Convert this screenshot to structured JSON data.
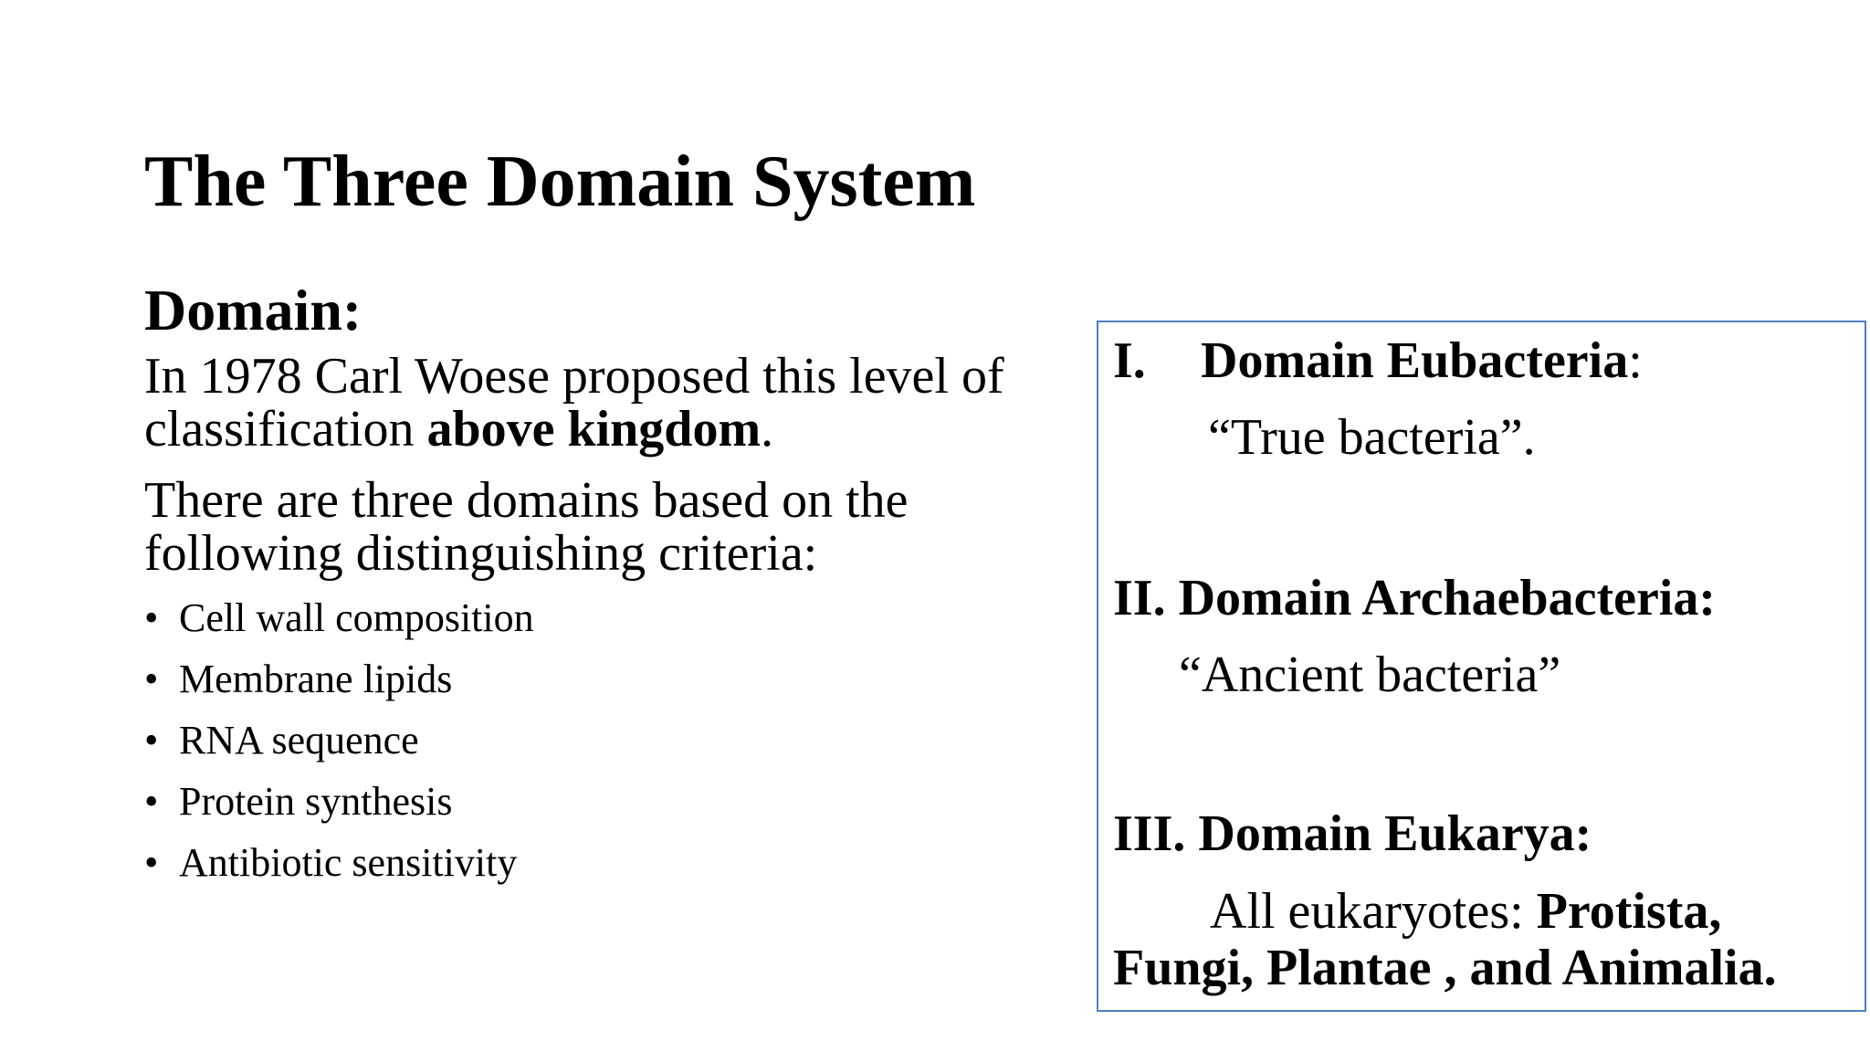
{
  "slide": {
    "title": "The Three Domain System"
  },
  "left": {
    "heading": "Domain:",
    "para1_text": " In 1978 Carl Woese proposed this level of classification ",
    "para1_bold": "above kingdom",
    "para1_end": ".",
    "para2": "There are three domains based on the following distinguishing criteria:",
    "bullet_char": "•",
    "bullets": [
      "Cell wall composition",
      "Membrane lipids",
      "RNA sequence",
      "Protein synthesis",
      "Antibiotic sensitivity"
    ]
  },
  "right": {
    "domains": [
      {
        "numeral": "I.",
        "name": "Domain Eubacteria",
        "suffix": ":",
        "description": "“True bacteria”."
      },
      {
        "numeral": "II.",
        "name": "Domain Archaebacteria:",
        "description": "“Ancient bacteria”"
      },
      {
        "numeral": "III.",
        "name": "Domain Eukarya:",
        "description_prefix": "All eukaryotes: ",
        "description_bold": "Protista, Fungi, Plantae , and Animalia."
      }
    ]
  },
  "colors": {
    "box_border": "#4f7fc0",
    "text": "#000000",
    "background": "#ffffff"
  }
}
